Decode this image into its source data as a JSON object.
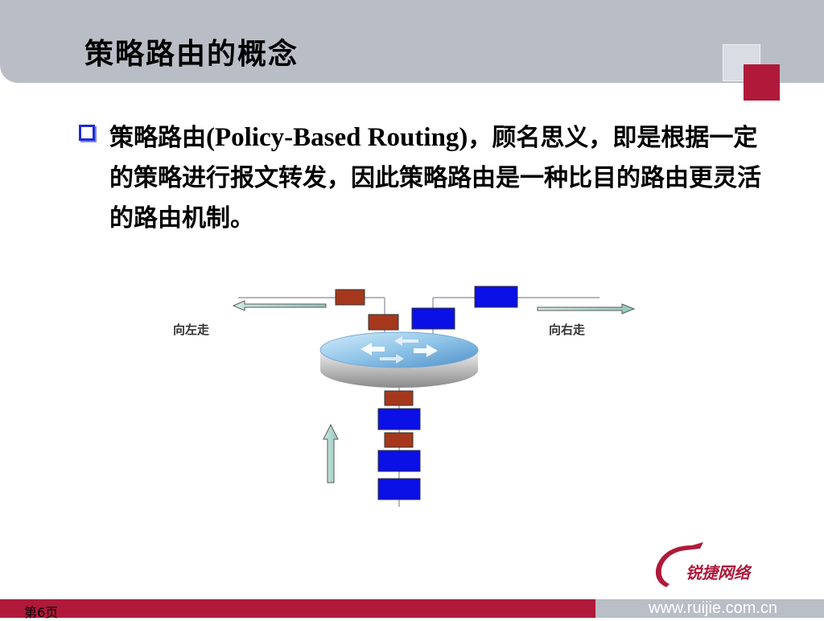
{
  "slide": {
    "title": "策略路由的概念",
    "bullet": {
      "prefix": "策略路由",
      "latin": "(Policy-Based Routing)",
      "suffix": "，顾名思义，即是根据一定的策略进行报文转发，因此策略路由是一种比目的路由更灵活的路由机制。"
    }
  },
  "diagram": {
    "left_label": "向左走",
    "right_label": "向右走"
  },
  "logo": {
    "text": "锐捷网络"
  },
  "footer": {
    "page": "第6页",
    "url": "www.ruijie.com.cn"
  },
  "colors": {
    "header": "#b9bec6",
    "accent_red": "#b0193a",
    "packet_blue": "#0a10e6",
    "packet_brown": "#a5381c"
  },
  "icons": [
    "checkbox-bullet-icon",
    "router-icon",
    "left-arrow-icon",
    "right-arrow-icon",
    "up-arrow-icon",
    "ruijie-logo-icon"
  ]
}
